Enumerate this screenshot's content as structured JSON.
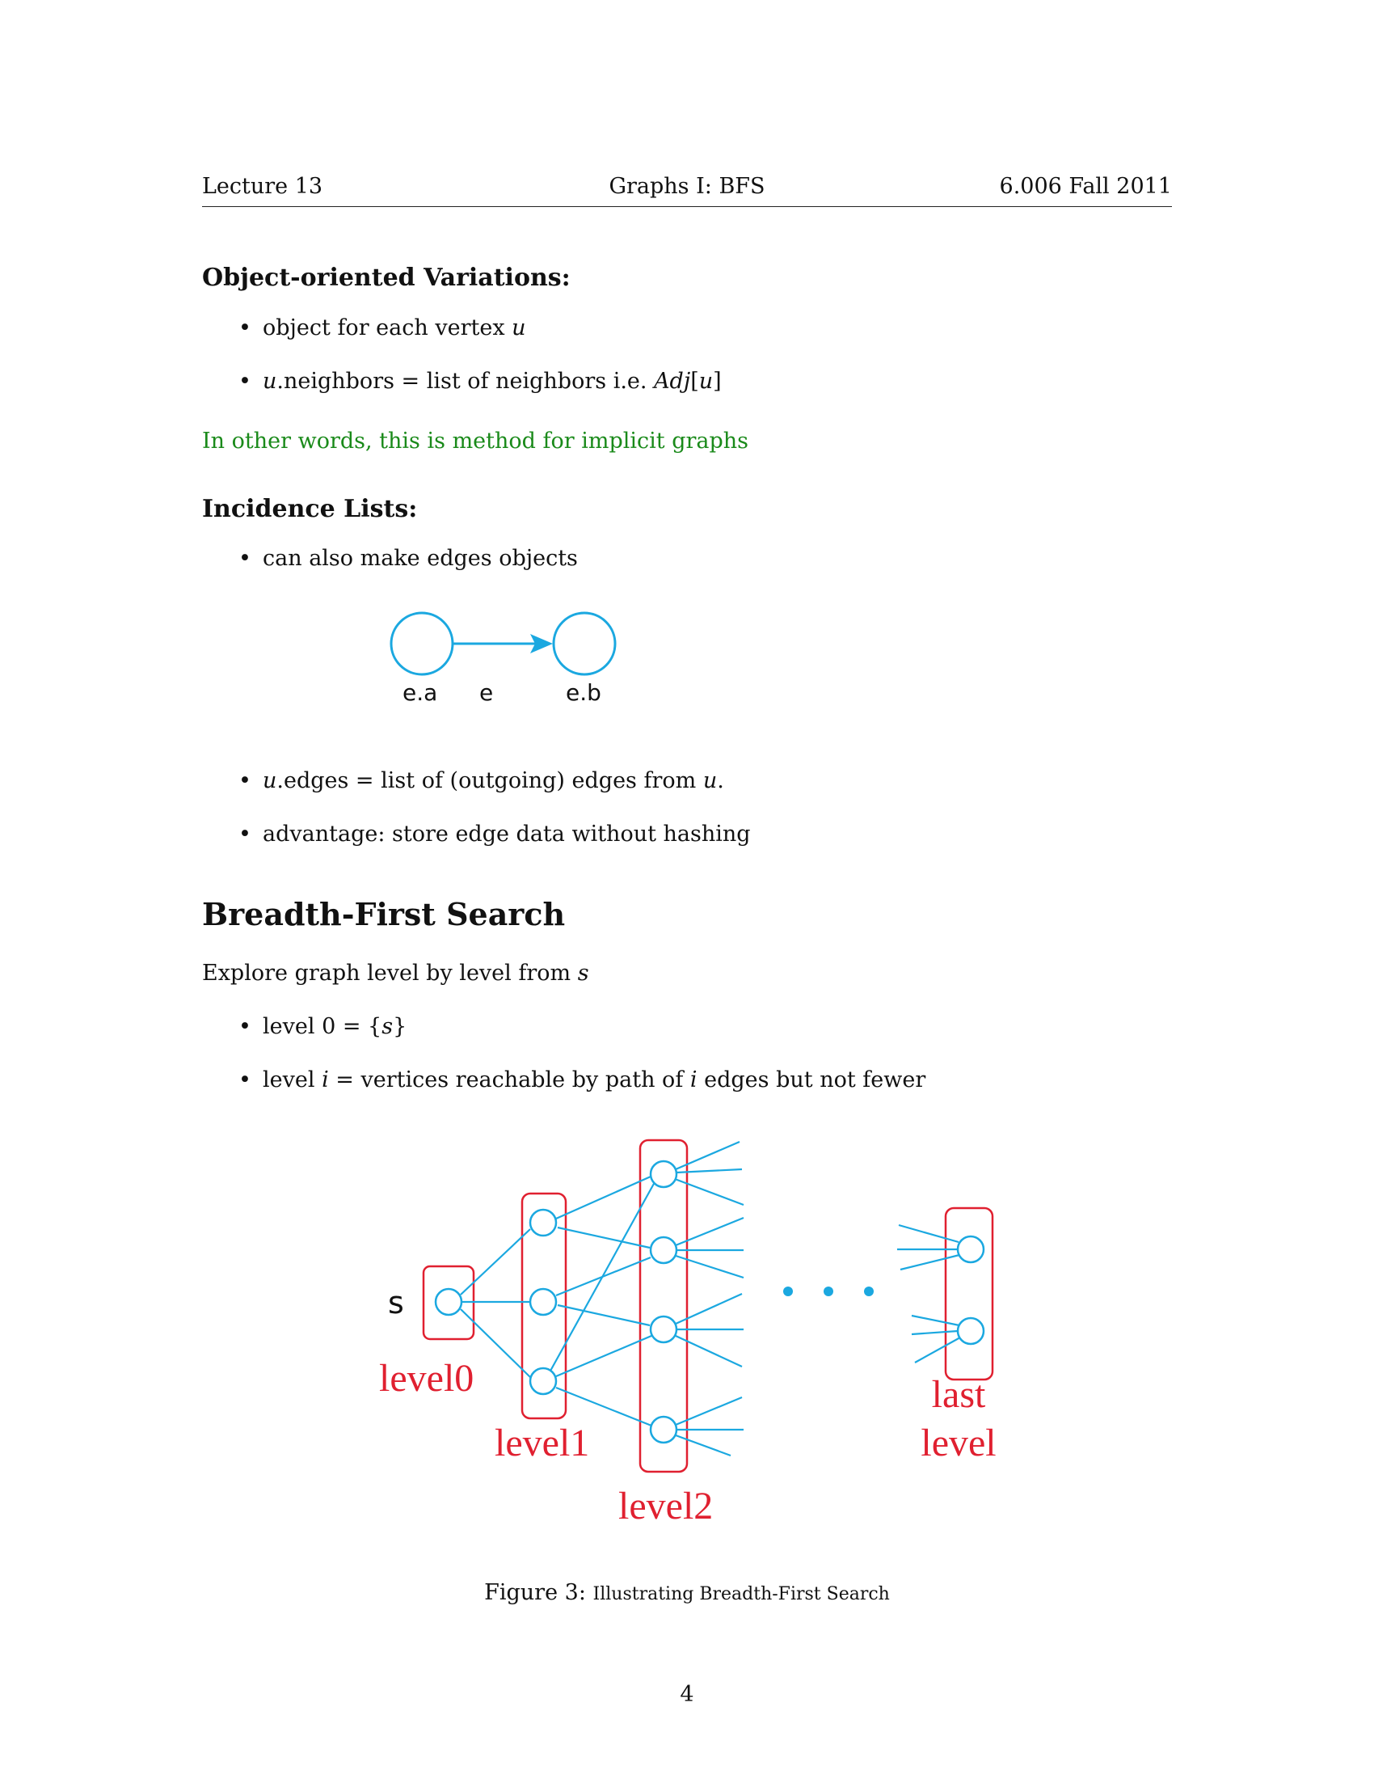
{
  "header": {
    "left": "Lecture 13",
    "center": "Graphs I: BFS",
    "right": "6.006 Fall 2011"
  },
  "section1": {
    "title": "Object-oriented Variations:",
    "bullet1_text": "object for each vertex ",
    "bullet1_var": "u",
    "bullet2_var": "u",
    "bullet2_text": ".neighbors = list of neighbors i.e. ",
    "bullet2_adj": "Adj",
    "bullet2_open": "[",
    "bullet2_u": "u",
    "bullet2_close": "]"
  },
  "green_note": "In other words, this is method for implicit graphs",
  "section2": {
    "title": "Incidence Lists:",
    "bullet1": "can also make edges objects",
    "diagram_labels": {
      "source": "e.a",
      "edge": "e",
      "target": "e.b"
    },
    "bullet2_var": "u",
    "bullet2_text": ".edges = list of (outgoing) edges from ",
    "bullet2_var2": "u",
    "bullet2_end": ".",
    "bullet3": "advantage: store edge data without hashing"
  },
  "bfs": {
    "title": "Breadth-First Search",
    "intro_text": "Explore graph level by level from ",
    "intro_var": "s",
    "bullet1_text": "level 0 = {",
    "bullet1_var": "s",
    "bullet1_end": "}",
    "bullet2_text1": "level ",
    "bullet2_var1": "i",
    "bullet2_text2": " = vertices reachable by path of ",
    "bullet2_var2": "i",
    "bullet2_text3": " edges but not fewer"
  },
  "figure": {
    "source_label": "s",
    "labels": {
      "level0": "level0",
      "level1": "level1",
      "level2": "level2",
      "last1": "last",
      "last2": "level"
    },
    "colors": {
      "node": "#1ba8e0",
      "box": "#e02030",
      "text_red": "#e02030"
    },
    "caption_prefix": "Figure 3: ",
    "caption_text": "Illustrating Breadth-First Search"
  },
  "page_number": "4"
}
